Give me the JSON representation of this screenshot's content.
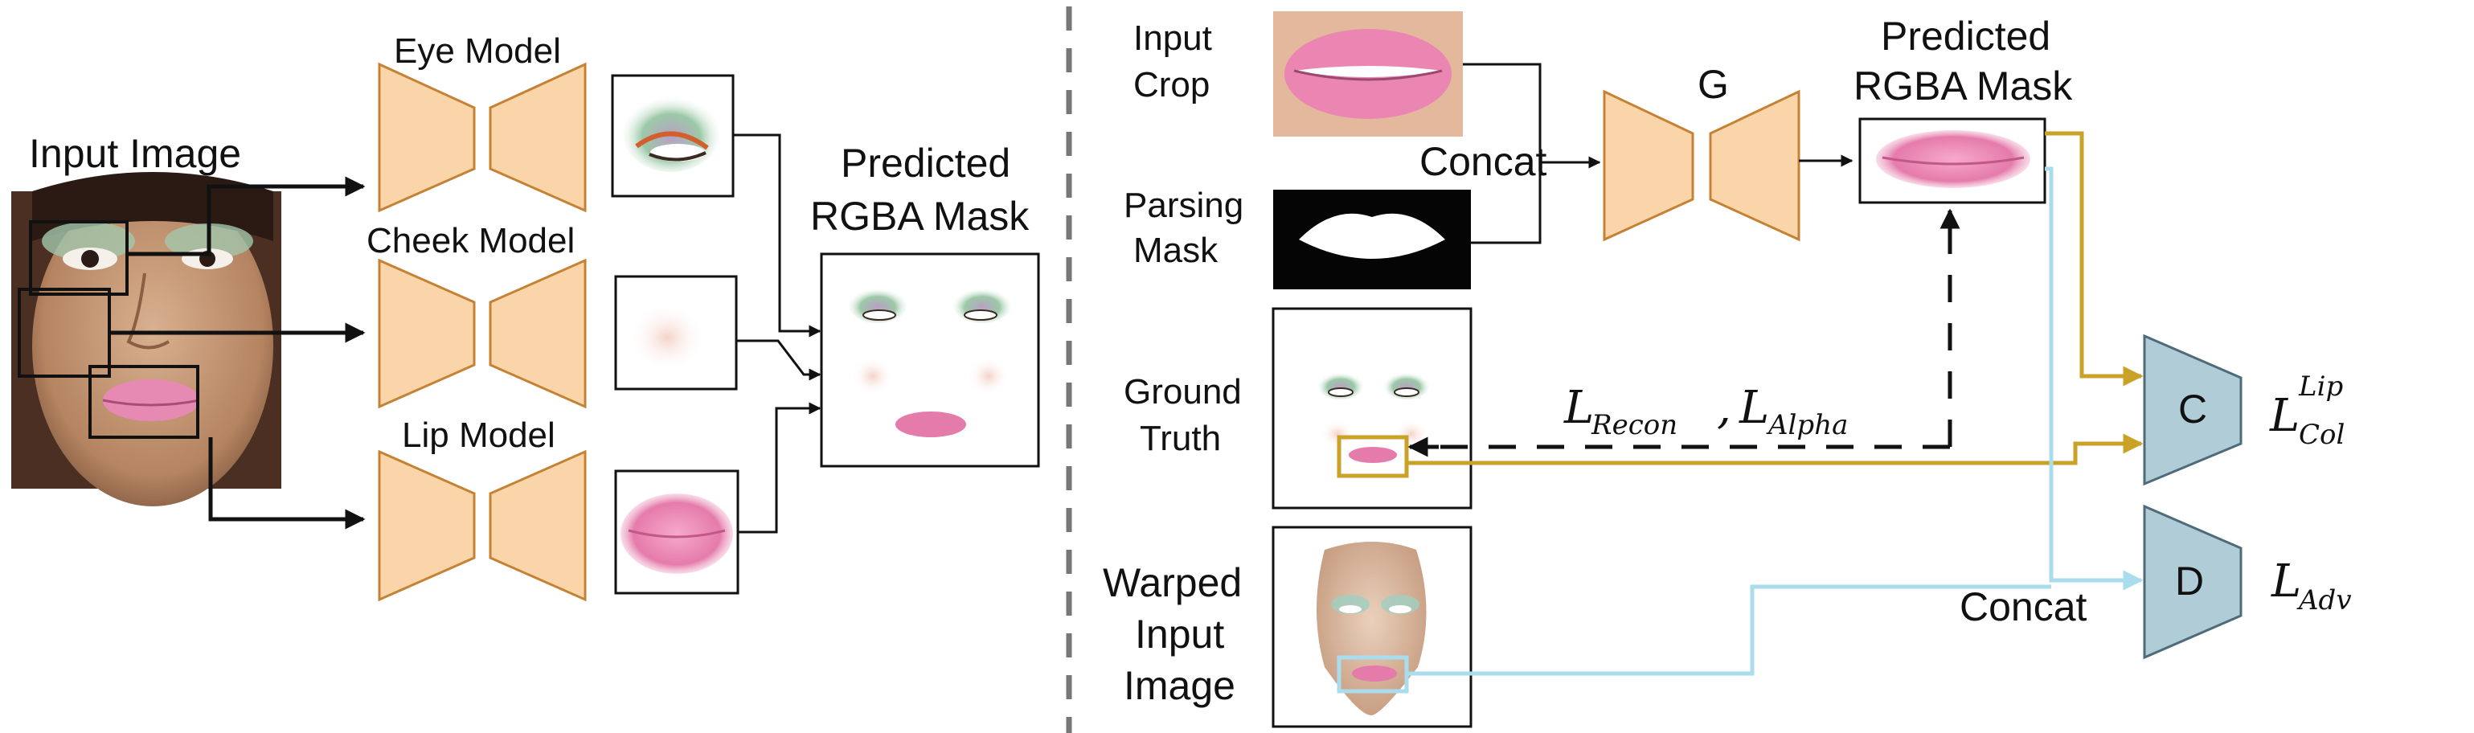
{
  "left_panel": {
    "input_label": "Input Image",
    "eye_model_label": "Eye Model",
    "cheek_model_label": "Cheek Model",
    "lip_model_label": "Lip Model",
    "predicted_label_line1": "Predicted",
    "predicted_label_line2": "RGBA Mask"
  },
  "right_panel": {
    "input_crop_line1": "Input",
    "input_crop_line2": "Crop",
    "parsing_mask_line1": "Parsing",
    "parsing_mask_line2": "Mask",
    "ground_truth_line1": "Ground",
    "ground_truth_line2": "Truth",
    "warped_line1": "Warped",
    "warped_line2": "Input",
    "warped_line3": "Image",
    "concat_top": "Concat",
    "generator_label": "G",
    "predicted_line1": "Predicted",
    "predicted_line2": "RGBA Mask",
    "loss_recon": "L",
    "loss_recon_sub": "Recon",
    "loss_sep": ",",
    "loss_alpha": "L",
    "loss_alpha_sub": "Alpha",
    "color_disc_label": "C",
    "loss_col": "L",
    "loss_col_sup": "Lip",
    "loss_col_sub": "Col",
    "concat_bottom": "Concat",
    "adv_disc_label": "D",
    "loss_adv": "L",
    "loss_adv_sub": "Adv"
  },
  "colors": {
    "generator_fill": "#fbd5aa",
    "discriminator_fill": "#b0ccd6",
    "gold_path": "#c9a227",
    "blue_path": "#a9ddee"
  }
}
